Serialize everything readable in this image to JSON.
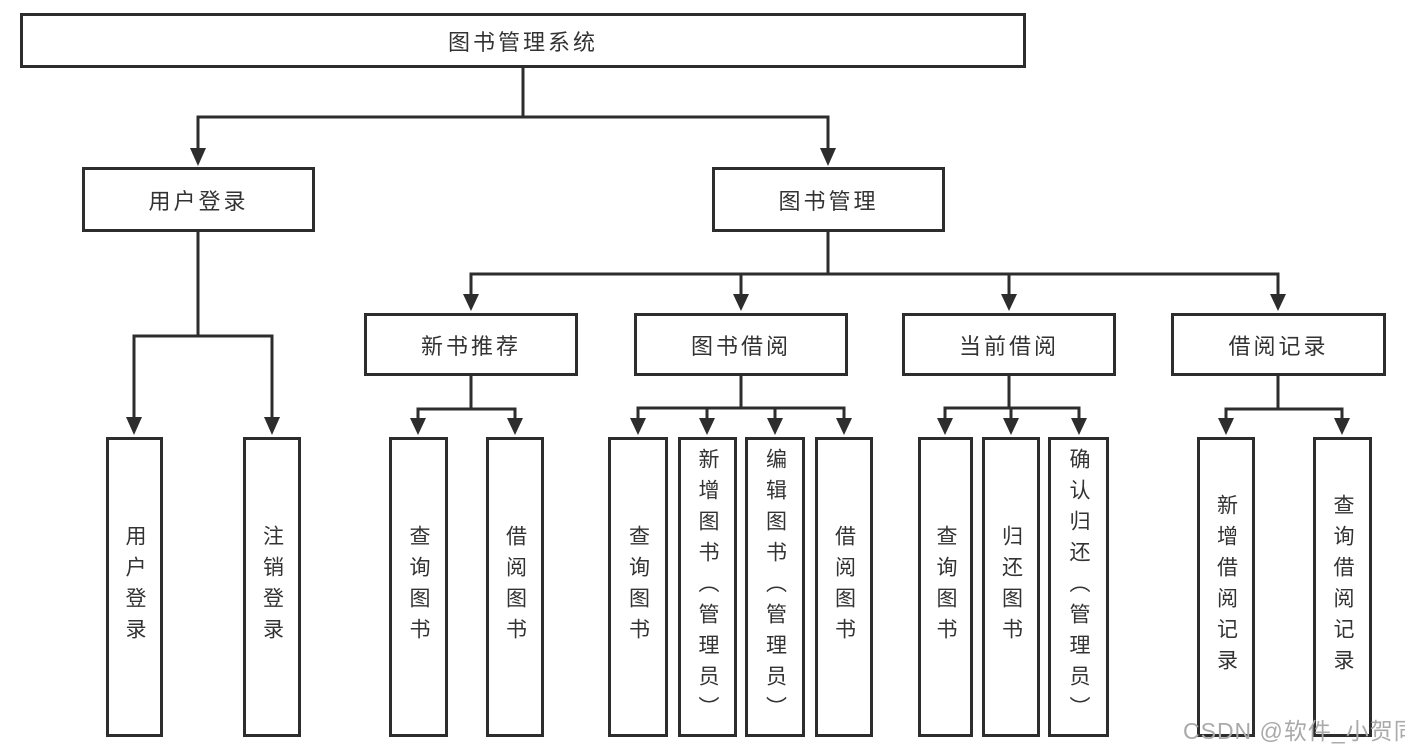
{
  "diagram": {
    "title": "图书管理系统",
    "tree": {
      "label": "图书管理系统",
      "children": [
        {
          "label": "用户登录",
          "children": [
            {
              "label": "用户登录"
            },
            {
              "label": "注销登录"
            }
          ]
        },
        {
          "label": "图书管理",
          "children": [
            {
              "label": "新书推荐",
              "children": [
                {
                  "label": "查询图书"
                },
                {
                  "label": "借阅图书"
                }
              ]
            },
            {
              "label": "图书借阅",
              "children": [
                {
                  "label": "查询图书"
                },
                {
                  "label": "新增图书（管理员）"
                },
                {
                  "label": "编辑图书（管理员）"
                },
                {
                  "label": "借阅图书"
                }
              ]
            },
            {
              "label": "当前借阅",
              "children": [
                {
                  "label": "查询图书"
                },
                {
                  "label": "归还图书"
                },
                {
                  "label": "确认归还（管理员）"
                }
              ]
            },
            {
              "label": "借阅记录",
              "children": [
                {
                  "label": "新增借阅记录"
                },
                {
                  "label": "查询借阅记录"
                }
              ]
            }
          ]
        }
      ]
    }
  },
  "watermark": "CSDN @软件_小贺同学",
  "colors": {
    "line": "#2d2d2d",
    "text": "#333333",
    "box_background": "#ffffff",
    "page_background": "#ffffff",
    "watermark": "#aaaaaa"
  }
}
